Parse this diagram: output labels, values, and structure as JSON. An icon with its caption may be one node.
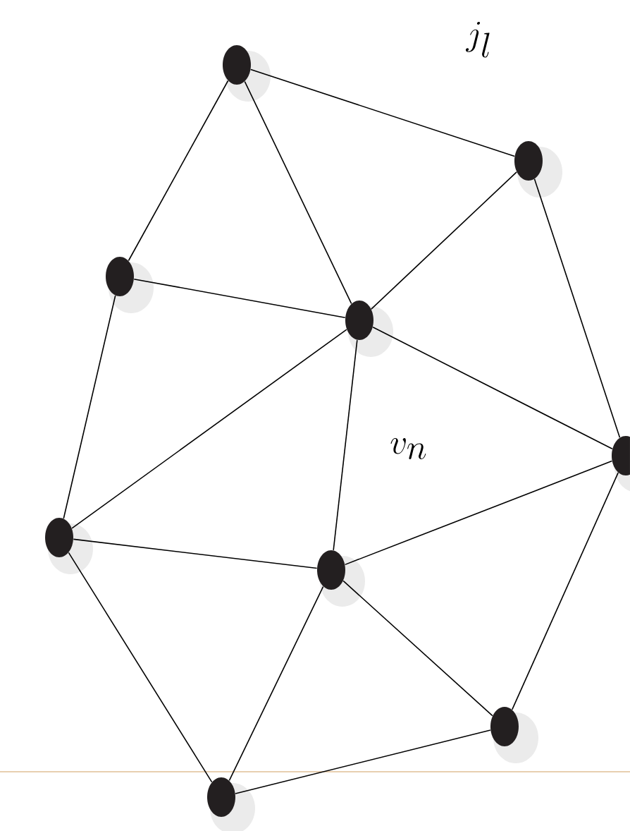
{
  "diagram": {
    "nodes": [
      {
        "text": [],
        "shape": "circle"
      },
      {
        "text": [],
        "shape": "circle"
      },
      {
        "text": [],
        "shape": "circle"
      },
      {
        "text": [],
        "shape": "circle"
      },
      {
        "text": [],
        "shape": "circle"
      },
      {
        "text": [],
        "shape": "circle"
      },
      {
        "text": [],
        "shape": "circle"
      },
      {
        "text": [],
        "shape": "circle"
      },
      {
        "text": [],
        "shape": "circle"
      }
    ],
    "edges": [
      {
        "from": 0,
        "to": 1,
        "arrow": "none"
      },
      {
        "from": 0,
        "to": 2,
        "arrow": "none"
      },
      {
        "from": 0,
        "to": 3,
        "arrow": "none"
      },
      {
        "from": 1,
        "to": 3,
        "arrow": "none"
      },
      {
        "from": 1,
        "to": 4,
        "arrow": "none"
      },
      {
        "from": 2,
        "to": 3,
        "arrow": "none"
      },
      {
        "from": 2,
        "to": 5,
        "arrow": "none"
      },
      {
        "from": 3,
        "to": 5,
        "arrow": "none"
      },
      {
        "from": 3,
        "to": 6,
        "arrow": "none"
      },
      {
        "from": 3,
        "to": 4,
        "arrow": "none"
      },
      {
        "from": 4,
        "to": 6,
        "arrow": "none"
      },
      {
        "from": 4,
        "to": 7,
        "arrow": "none"
      },
      {
        "from": 5,
        "to": 6,
        "arrow": "none"
      },
      {
        "from": 5,
        "to": 8,
        "arrow": "none"
      },
      {
        "from": 6,
        "to": 8,
        "arrow": "none"
      },
      {
        "from": 6,
        "to": 7,
        "arrow": "none"
      },
      {
        "from": 7,
        "to": 8,
        "arrow": "none"
      }
    ],
    "labels": [
      "j_l",
      "v_n"
    ]
  }
}
